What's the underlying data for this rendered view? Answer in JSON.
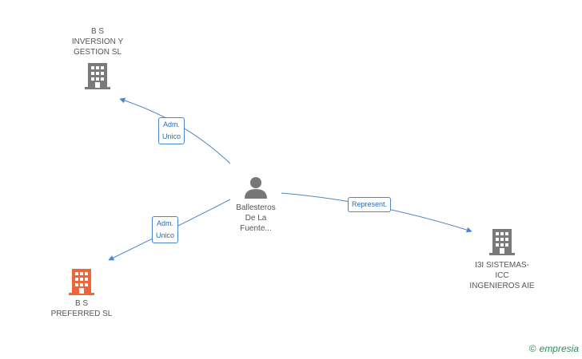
{
  "colors": {
    "edge": "#4a86c8",
    "company_icon": "#7a7a7a",
    "company_icon_highlight": "#f0643a",
    "person_icon": "#777777",
    "brand": "#2f8e57"
  },
  "nodes": {
    "center": {
      "label": "Ballesteros\nDe La\nFuente...",
      "icon": "person-icon"
    },
    "top_left": {
      "label": "B S\nINVERSION Y\nGESTION SL",
      "icon": "building-icon"
    },
    "bottom_left": {
      "label": "B S\nPREFERRED SL",
      "icon": "building-icon"
    },
    "right": {
      "label": "I3I SISTEMAS-\nICC\nINGENIEROS AIE",
      "icon": "building-icon"
    }
  },
  "edges": {
    "to_top_left": {
      "label": "Adm.\nUnico"
    },
    "to_bottom_left": {
      "label": "Adm.\nUnico"
    },
    "to_right": {
      "label": "Represent."
    }
  },
  "watermark": {
    "copyright": "©",
    "brand": "empresia"
  }
}
